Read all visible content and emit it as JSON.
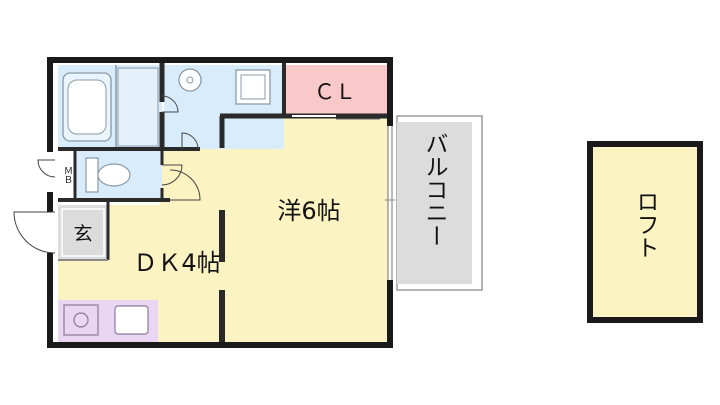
{
  "plan": {
    "rooms": {
      "western_room": "洋6帖",
      "dining_kitchen": "ＤＫ4帖",
      "closet": "ＣＬ",
      "balcony": "バルコニー",
      "entrance": "玄",
      "meter_box": "ＭＢ",
      "loft": "ロフト"
    }
  },
  "colors": {
    "wall": "#1a1a1a",
    "room_floor": "#fbf3c2",
    "wet_area": "#d8ecfb",
    "closet": "#f9c8c8",
    "kitchen_counter": "#e8d6f2",
    "balcony": "#dcdcdc",
    "entrance": "#dcdcdc"
  }
}
